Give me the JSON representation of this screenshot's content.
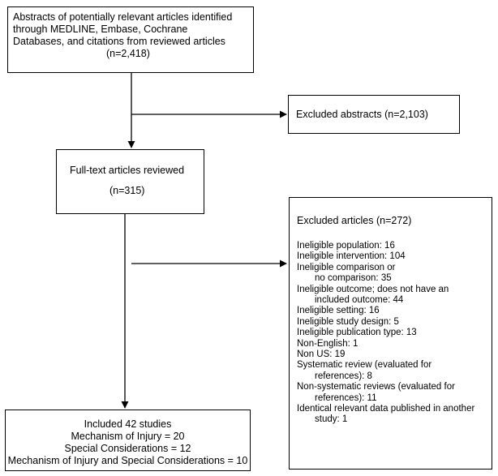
{
  "identified": {
    "lines": [
      "Abstracts of potentially relevant articles identified",
      "through MEDLINE, Embase, Cochrane",
      "Databases, and citations from reviewed articles"
    ],
    "count": "(n=2,418)"
  },
  "excluded_abstracts": {
    "label": "Excluded abstracts (n=2,103)"
  },
  "reviewed": {
    "label": "Full-text articles reviewed",
    "count": "(n=315)"
  },
  "excluded_articles": {
    "title": "Excluded articles (n=272)",
    "items": [
      "Ineligible population: 16",
      "Ineligible intervention: 104",
      "Ineligible comparison or",
      "no comparison: 35",
      "Ineligible outcome; does not have an",
      "included outcome: 44",
      "Ineligible setting: 16",
      "Ineligible study design: 5",
      "Ineligible publication type: 13",
      "Non-English: 1",
      "Non US: 19",
      "Systematic review (evaluated for",
      "references): 8",
      "Non-systematic reviews (evaluated for",
      "references): 11",
      "Identical relevant data published in another",
      "study: 1"
    ]
  },
  "included": {
    "lines": [
      "Included 42 studies",
      "Mechanism of Injury = 20",
      "Special Considerations = 12",
      "Mechanism of Injury and Special Considerations = 10"
    ]
  }
}
